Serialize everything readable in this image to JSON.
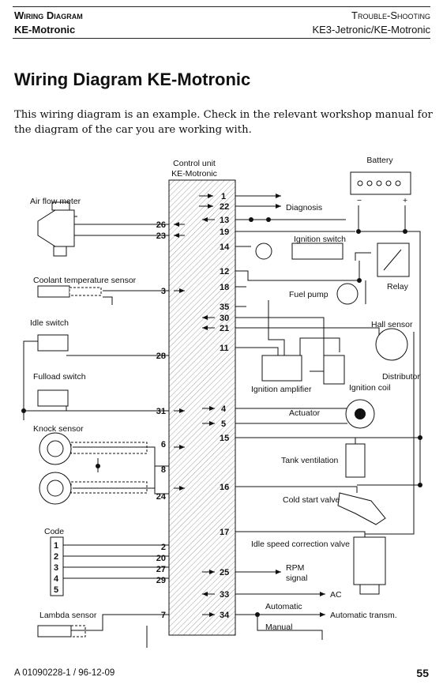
{
  "header": {
    "left_line1": "Wiring Diagram",
    "left_line2": "KE-Motronic",
    "right_line1": "Trouble-Shooting",
    "right_line2": "KE3-Jetronic/KE-Motronic"
  },
  "title": "Wiring Diagram KE-Motronic",
  "intro": "This wiring diagram is an example. Check in the relevant workshop manual for the diagram of the car you are working with.",
  "diagram": {
    "control_unit_line1": "Control unit",
    "control_unit_line2": "KE-Motronic",
    "labels": {
      "battery": "Battery",
      "air_flow_meter": "Air flow meter",
      "diagnosis": "Diagnosis",
      "ignition_switch": "Ignition switch",
      "relay": "Relay",
      "coolant_sensor": "Coolant temperature sensor",
      "fuel_pump": "Fuel pump",
      "idle_switch": "Idle switch",
      "hall_sensor": "Hall sensor",
      "distributor": "Distributor",
      "ignition_amplifier": "Ignition amplifier",
      "ignition_coil": "Ignition coil",
      "fullload_switch": "Fulload switch",
      "actuator": "Actuator",
      "knock_sensor": "Knock sensor",
      "tank_ventilation": "Tank ventilation",
      "cold_start_valve": "Cold start valve",
      "code": "Code",
      "idle_speed_valve": "Idle speed correction valve",
      "rpm_signal_line1": "RPM",
      "rpm_signal_line2": "signal",
      "ac": "AC",
      "automatic": "Automatic",
      "automatic_transm": "Automatic transm.",
      "manual": "Manual",
      "lambda_sensor": "Lambda sensor",
      "battery_minus": "−",
      "battery_plus": "+"
    },
    "code_numbers": [
      "1",
      "2",
      "3",
      "4",
      "5"
    ],
    "left_pins": [
      "26",
      "23",
      "3",
      "28",
      "31",
      "6",
      "8",
      "24",
      "2",
      "20",
      "27",
      "29",
      "7"
    ],
    "right_pins": [
      "1",
      "22",
      "13",
      "19",
      "14",
      "12",
      "18",
      "35",
      "30",
      "21",
      "11",
      "4",
      "5",
      "15",
      "16",
      "17",
      "25",
      "33",
      "34"
    ]
  },
  "footer": {
    "doc_ref": "A 01090228-1 / 96-12-09",
    "page_number": "55"
  }
}
